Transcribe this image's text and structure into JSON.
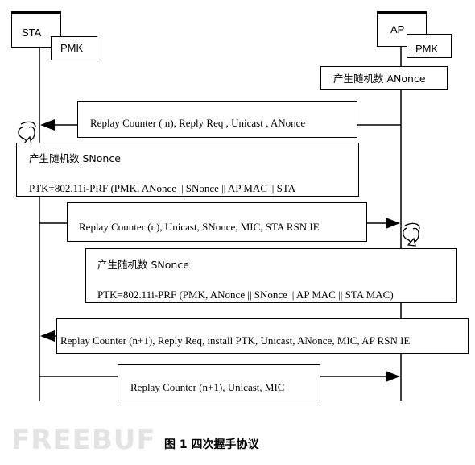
{
  "entities": {
    "sta": "STA",
    "sta_pmk": "PMK",
    "ap": "AP",
    "ap_pmk": "PMK"
  },
  "ap_note": "产生随机数 ANonce",
  "messages": [
    "Replay Counter ( n), Reply Req , Unicast , ANonce",
    "Replay Counter (n), Unicast, SNonce, MIC, STA RSN IE",
    "Replay Counter (n+1), Reply Req, install PTK, Unicast, ANonce, MIC, AP RSN IE",
    "Replay Counter (n+1), Unicast, MIC"
  ],
  "sta_process": {
    "line1": "产生随机数 SNonce",
    "line2": "PTK=802.11i-PRF (PMK, ANonce || SNonce || AP MAC || STA"
  },
  "ap_process": {
    "line1": "产生随机数 SNonce",
    "line2": "PTK=802.11i-PRF (PMK, ANonce || SNonce || AP MAC || STA MAC)"
  },
  "watermark": "FREEBUF",
  "caption": "图 1  四次握手协议"
}
